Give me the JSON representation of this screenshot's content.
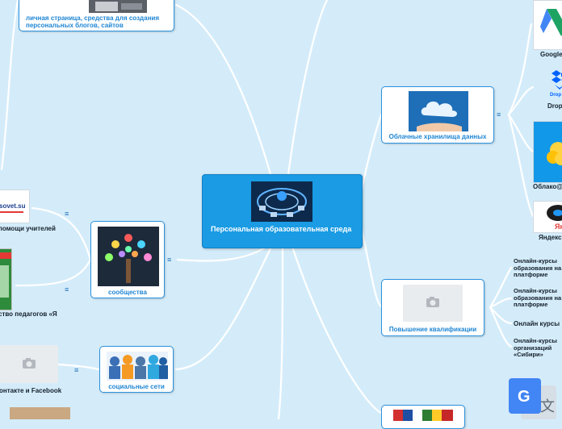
{
  "map": {
    "central_title": "Персональная образовательная среда",
    "menu_glyph": "≡",
    "nodes": {
      "personal_page": "личная страница, средства для создания персональных блогов, сайтов",
      "cloud": "Облачные хранилища данных",
      "communities": "сообщества",
      "qualification": "Повышение квалификации",
      "social": "социальные сети"
    },
    "leaves": {
      "google": "Google",
      "dropbox": "Dropbox",
      "oblako": "Облако@",
      "yandex": "Яндекс",
      "pedsovet_tile": "sovet.su",
      "pedsovet_label": "помощи учителей",
      "pedagogy_label": "ство педагогов «Я",
      "vk_fb_label": "онтакте и Facebook",
      "course1": "Онлайн-курсы образования на платформе",
      "course2": "Онлайн-курсы образования на платформе",
      "course3": "Онлайн курсы",
      "course4": "Онлайн-курсы организаций «Сибири»"
    }
  },
  "colors": {
    "background": "#d4ecfa",
    "node_border": "#2b92de",
    "central_fill": "#1a9be4",
    "connector": "#ffffff"
  }
}
